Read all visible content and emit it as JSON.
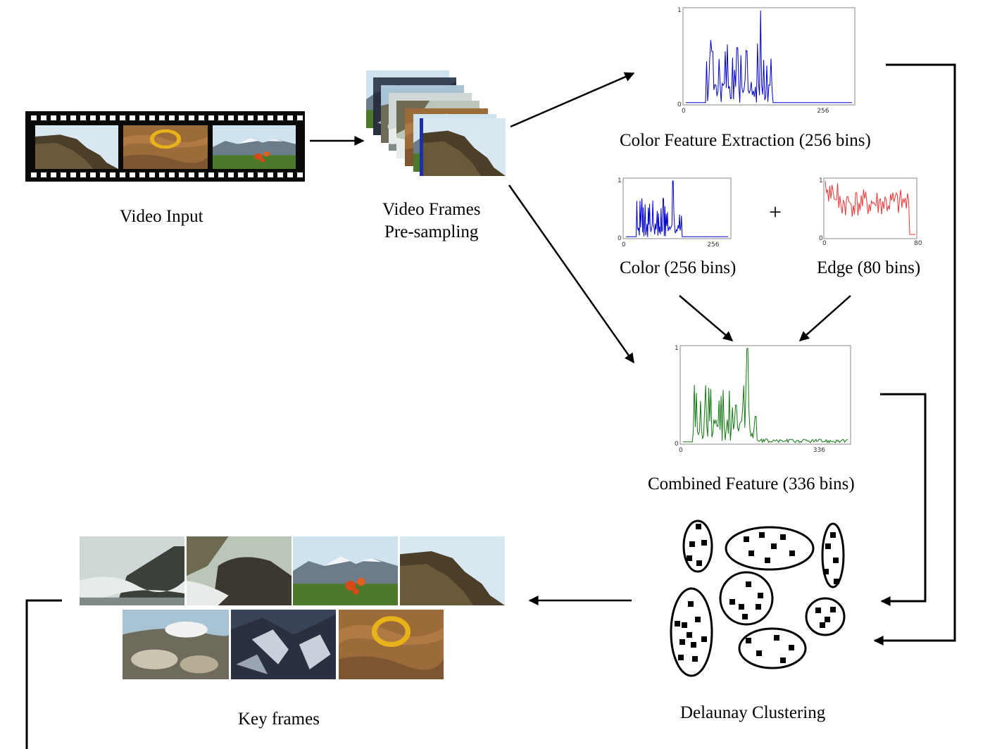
{
  "labels": {
    "video_input": "Video Input",
    "frames_line1": "Video Frames",
    "frames_line2": "Pre-sampling",
    "color_extraction": "Color Feature Extraction (256 bins)",
    "color_bins": "Color (256 bins)",
    "edge_bins": "Edge (80 bins)",
    "plus": "+",
    "combined": "Combined Feature (336 bins)",
    "clustering": "Delaunay Clustering",
    "key_frames": "Key frames"
  },
  "histograms": {
    "color_main": {
      "y_max": "1",
      "y_min": "0",
      "x_min": "0",
      "x_max": "256",
      "color": "#0000cc"
    },
    "color_small": {
      "y_max": "1",
      "y_min": "0",
      "x_min": "0",
      "x_max": "256",
      "color": "#0000cc"
    },
    "edge_small": {
      "y_max": "1",
      "y_min": "0",
      "x_min": "0",
      "x_max": "80",
      "color": "#ee3333"
    },
    "combined": {
      "y_max": "1",
      "y_min": "0",
      "x_min": "0",
      "x_max": "336",
      "color": "#117711"
    }
  },
  "colors": {
    "sky": "#cfe3ef",
    "rock": "#5a4a32",
    "sand": "#9c6b3a",
    "ring": "#e8b21a",
    "mountain": "#6b7d8a",
    "grass": "#4c7a2a",
    "flower": "#d84a1a"
  }
}
